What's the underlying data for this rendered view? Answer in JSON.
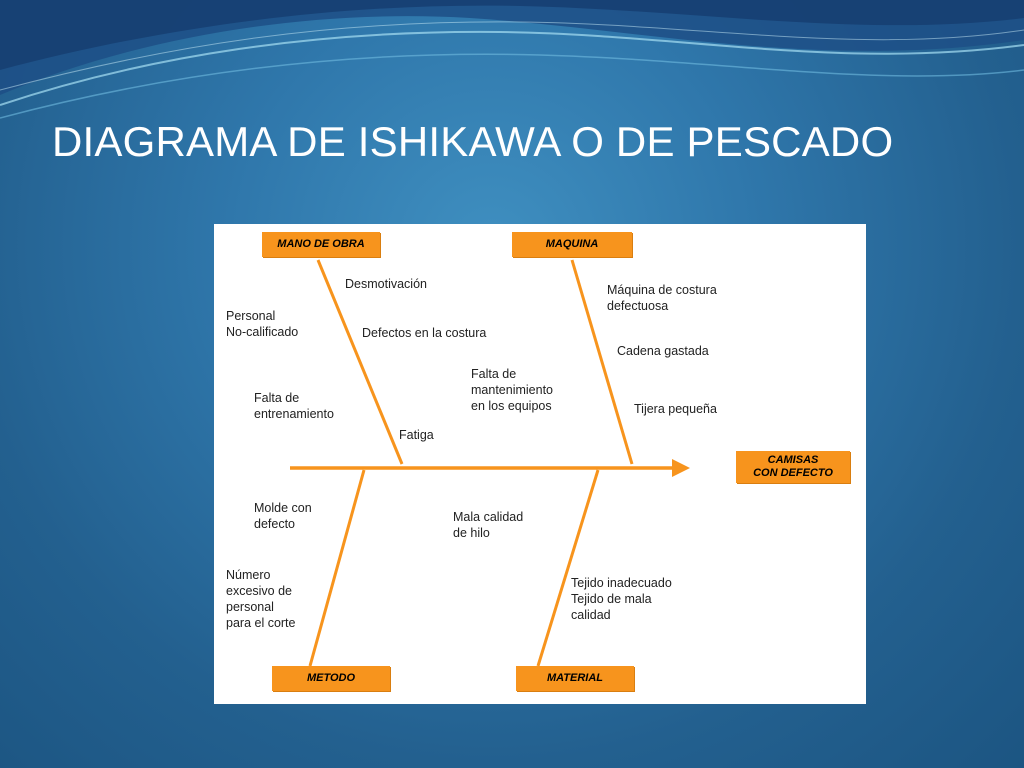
{
  "slide": {
    "title": "DIAGRAMA DE ISHIKAWA O DE PESCADO"
  },
  "colors": {
    "accent": "#f7941d",
    "background": "#2f77ab",
    "text_on_bg": "#ffffff"
  },
  "diagram": {
    "categories": {
      "mano_de_obra": "MANO DE OBRA",
      "maquina": "MAQUINA",
      "metodo": "METODO",
      "material": "MATERIAL"
    },
    "effect": "CAMISAS\nCON DEFECTO",
    "causes": {
      "mano_de_obra": [
        "Desmotivación",
        "Personal\nNo-calificado",
        "Defectos en la costura",
        "Falta de\nentrenamiento",
        "Fatiga"
      ],
      "maquina": [
        "Máquina de costura\ndefectuosa",
        "Cadena gastada",
        "Falta de\nmantenimiento\nen los equipos",
        "Tijera pequeña"
      ],
      "metodo": [
        "Molde con\ndefecto",
        "Número\nexcesivo de\npersonal\npara el corte"
      ],
      "material": [
        "Mala calidad\nde hilo",
        "Tejido inadecuado\nTejido de mala\ncalidad"
      ]
    }
  }
}
